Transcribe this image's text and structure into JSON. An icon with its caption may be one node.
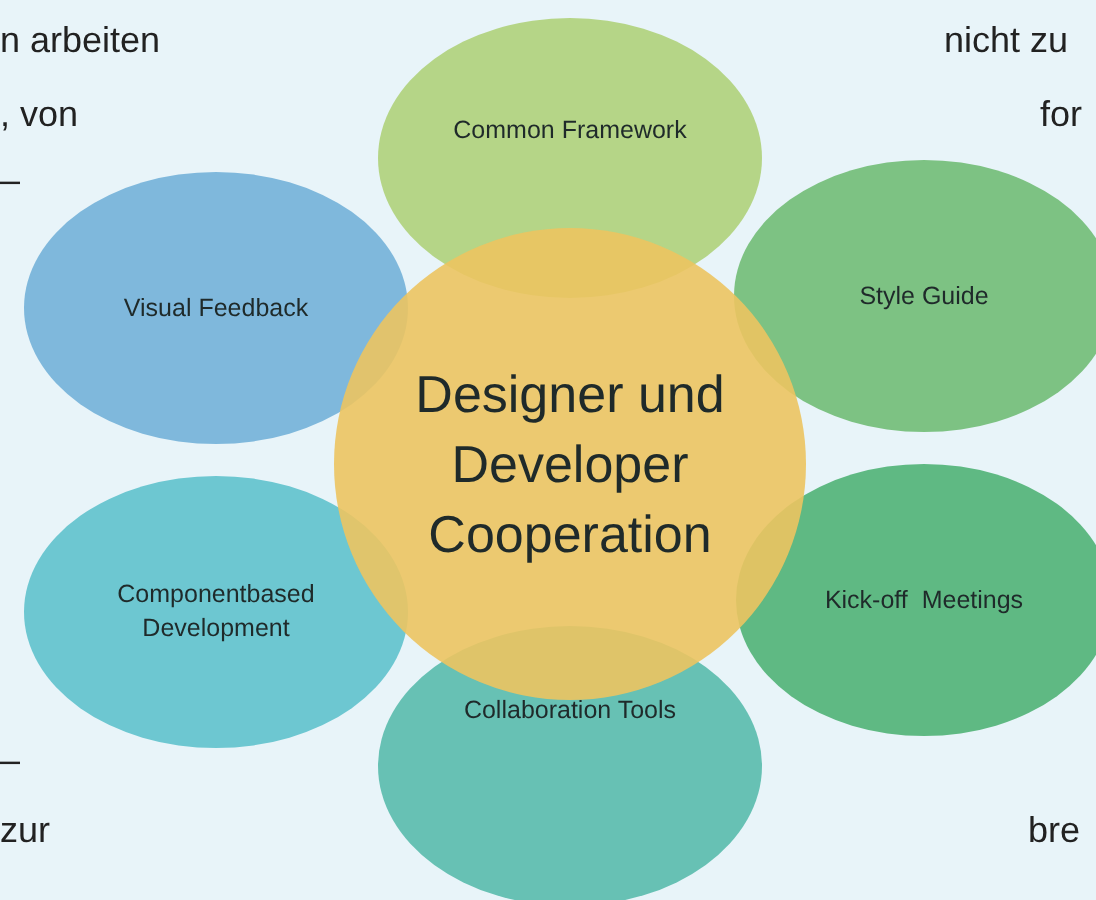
{
  "diagram": {
    "nodes": [
      {
        "text": [
          "Designer und Developer Cooperation"
        ]
      },
      {
        "text": [
          "Common Framework"
        ]
      },
      {
        "text": [
          "Style Guide"
        ]
      },
      {
        "text": [
          "Kick-off  Meetings"
        ]
      },
      {
        "text": [
          "Collaboration Tools"
        ]
      },
      {
        "text": [
          "Componentbased Development"
        ]
      },
      {
        "text": [
          "Visual Feedback"
        ]
      }
    ],
    "labels": [
      "n arbeiten",
      ", von",
      "–",
      "nicht zu",
      "for",
      "–",
      "zur",
      "bre"
    ]
  }
}
